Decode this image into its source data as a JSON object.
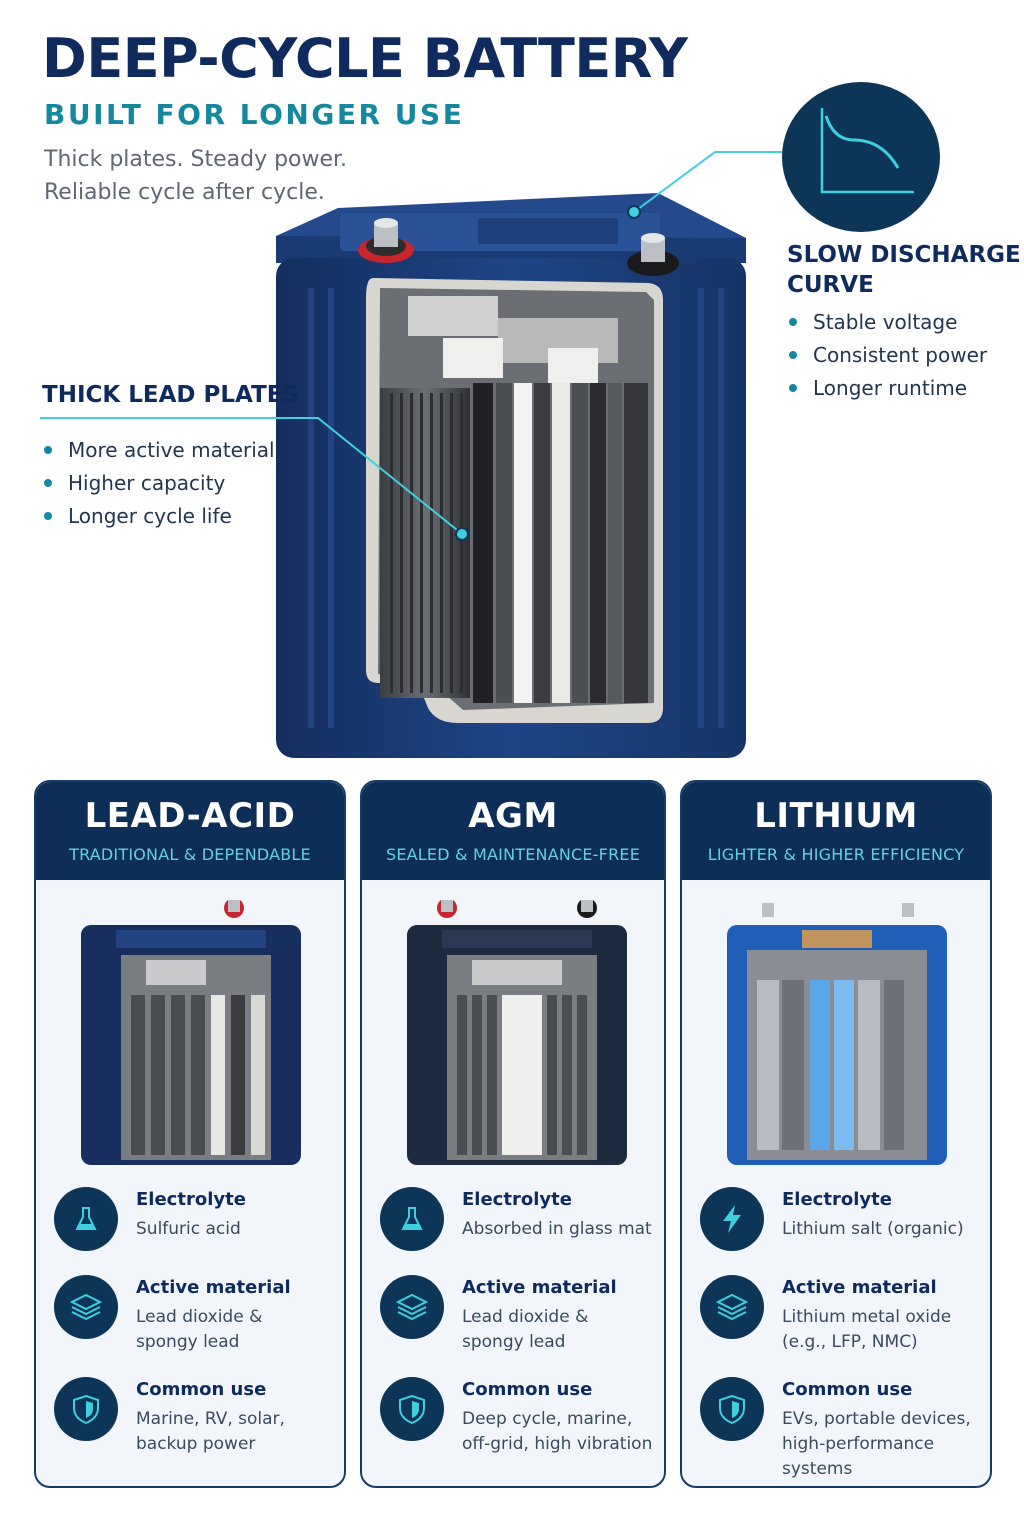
{
  "hero": {
    "title": "DEEP-CYCLE BATTERY",
    "subtitle": "BUILT FOR LONGER USE",
    "tagline_line1": "Thick plates. Steady power.",
    "tagline_line2": "Reliable cycle after cycle."
  },
  "callouts": {
    "plates": {
      "heading": "THICK LEAD PLATES",
      "items": [
        "More active material",
        "Higher capacity",
        "Longer cycle life"
      ]
    },
    "discharge": {
      "heading_line1": "SLOW DISCHARGE",
      "heading_line2": "CURVE",
      "items": [
        "Stable voltage",
        "Consistent power",
        "Longer runtime"
      ],
      "icon": "discharge-curve-icon"
    }
  },
  "cards": [
    {
      "title": "LEAD-ACID",
      "subtitle": "TRADITIONAL & DEPENDABLE",
      "specs": [
        {
          "label": "Electrolyte",
          "value": "Sulfuric acid",
          "icon": "flask-icon"
        },
        {
          "label": "Active material",
          "value": "Lead dioxide &\nspongy lead",
          "icon": "layers-icon"
        },
        {
          "label": "Common use",
          "value": "Marine, RV, solar,\nbackup power",
          "icon": "shield-icon"
        }
      ]
    },
    {
      "title": "AGM",
      "subtitle": "SEALED & MAINTENANCE-FREE",
      "specs": [
        {
          "label": "Electrolyte",
          "value": "Absorbed in glass mat",
          "icon": "flask-icon"
        },
        {
          "label": "Active material",
          "value": "Lead dioxide &\nspongy lead",
          "icon": "layers-icon"
        },
        {
          "label": "Common use",
          "value": "Deep cycle, marine,\noff-grid, high vibration",
          "icon": "shield-icon"
        }
      ]
    },
    {
      "title": "LITHIUM",
      "subtitle": "LIGHTER & HIGHER EFFICIENCY",
      "specs": [
        {
          "label": "Electrolyte",
          "value": "Lithium salt (organic)",
          "icon": "lightning-icon"
        },
        {
          "label": "Active material",
          "value": "Lithium metal oxide\n(e.g., LFP, NMC)",
          "icon": "layers-icon"
        },
        {
          "label": "Common use",
          "value": "EVs, portable devices,\nhigh-performance systems",
          "icon": "shield-icon"
        }
      ]
    }
  ],
  "colors": {
    "navy": "#0f2a5c",
    "teal": "#13889e",
    "accent_cyan": "#3fd0de",
    "battery_blue": "#1d3f7a",
    "lithium_blue": "#1f5fb8",
    "terminal_red": "#c8262e"
  }
}
